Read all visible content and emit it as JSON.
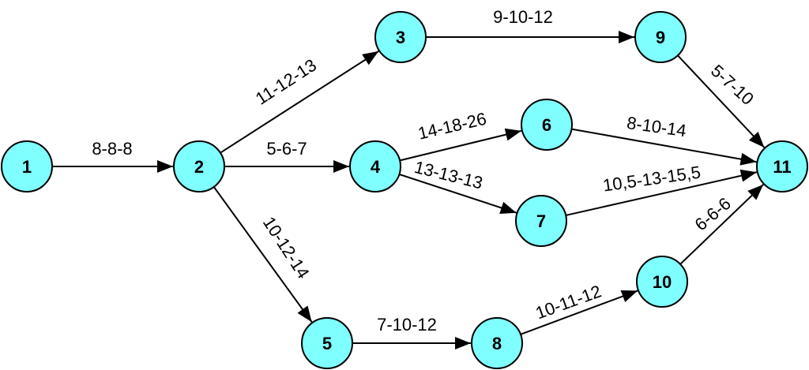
{
  "nodes": [
    {
      "id": "1",
      "label": "1"
    },
    {
      "id": "2",
      "label": "2"
    },
    {
      "id": "3",
      "label": "3"
    },
    {
      "id": "4",
      "label": "4"
    },
    {
      "id": "5",
      "label": "5"
    },
    {
      "id": "6",
      "label": "6"
    },
    {
      "id": "7",
      "label": "7"
    },
    {
      "id": "8",
      "label": "8"
    },
    {
      "id": "9",
      "label": "9"
    },
    {
      "id": "10",
      "label": "10"
    },
    {
      "id": "11",
      "label": "11"
    }
  ],
  "edges": [
    {
      "from": "1",
      "to": "2",
      "label": "8-8-8"
    },
    {
      "from": "2",
      "to": "3",
      "label": "11-12-13"
    },
    {
      "from": "2",
      "to": "4",
      "label": "5-6-7"
    },
    {
      "from": "2",
      "to": "5",
      "label": "10-12-14"
    },
    {
      "from": "3",
      "to": "9",
      "label": "9-10-12"
    },
    {
      "from": "4",
      "to": "6",
      "label": "14-18-26"
    },
    {
      "from": "4",
      "to": "7",
      "label": "13-13-13"
    },
    {
      "from": "5",
      "to": "8",
      "label": "7-10-12"
    },
    {
      "from": "6",
      "to": "11",
      "label": "8-10-14"
    },
    {
      "from": "7",
      "to": "11",
      "label": "10,5-13-15,5"
    },
    {
      "from": "8",
      "to": "10",
      "label": "10-11-12"
    },
    {
      "from": "9",
      "to": "11",
      "label": "5-7-10"
    },
    {
      "from": "10",
      "to": "11",
      "label": "6-6-6"
    }
  ],
  "colors": {
    "node_fill": "#7fffff",
    "stroke": "#000000"
  }
}
